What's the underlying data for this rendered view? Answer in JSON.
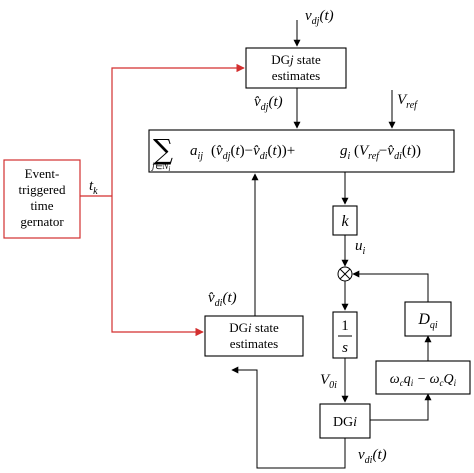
{
  "blocks": {
    "dgj_estimates": {
      "line1": "DG",
      "line1_var": "j",
      "line1_tail": " state",
      "line2": "estimates"
    },
    "dgi_estimates": {
      "line1": "DG",
      "line1_var": "i",
      "line1_tail": " state",
      "line2": "estimates"
    },
    "event_generator": {
      "lines": [
        "Event-",
        "triggered",
        "time",
        "gernator"
      ]
    },
    "gain_k": "k",
    "integrator": {
      "num": "1",
      "den": "s"
    },
    "droop": {
      "var": "D",
      "sub": "qi"
    },
    "dgi": {
      "text": "DG",
      "var": "i"
    }
  },
  "consensus": {
    "sum_symbol": "∑",
    "sum_index": "j∈N",
    "sum_index_sub": "i",
    "term1": "a",
    "term1_sub": "ij",
    "term2": "g",
    "term2_sub": "i"
  },
  "labels": {
    "v_dj_top": {
      "base": "v",
      "sub": "dj",
      "arg": "(t)"
    },
    "vhat_dj": {
      "base": "v̂",
      "sub": "dj",
      "arg": "(t)"
    },
    "v_ref": {
      "base": "V",
      "sub": "ref"
    },
    "t_k": {
      "base": "t",
      "sub": "k"
    },
    "u_i": {
      "base": "u",
      "sub": "i"
    },
    "vhat_di": {
      "base": "v̂",
      "sub": "di",
      "arg": "(t)"
    },
    "v_0i": {
      "base": "V",
      "sub": "0i"
    },
    "v_di_bottom": {
      "base": "v",
      "sub": "di",
      "arg": "(t)"
    },
    "sum_junction": "⊗",
    "power_block": {
      "w": "ω",
      "c": "c",
      "q": "q",
      "i": "i",
      "minus": " − ",
      "Q": "Q"
    }
  }
}
